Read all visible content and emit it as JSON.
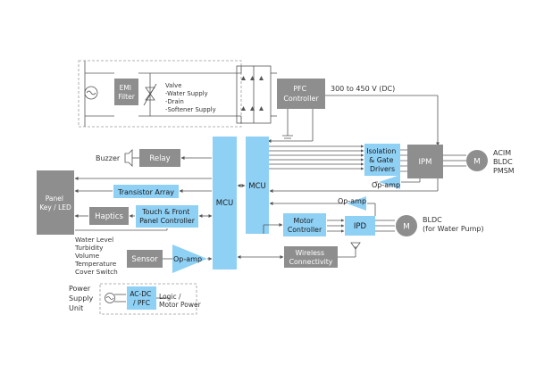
{
  "colors": {
    "blue": "#8fd0f5",
    "blue_dark": "#5fb6e8",
    "gray": "#8e8e8e",
    "line": "#555555",
    "dash": "#9a9a9a"
  },
  "blocks": {
    "emi_filter": [
      "EMI",
      "Filter"
    ],
    "pfc_controller": [
      "PFC",
      "Controller"
    ],
    "relay": "Relay",
    "mcu_main": "MCU",
    "mcu_motor": "MCU",
    "isolation_gate": [
      "Isolation",
      "& Gate",
      "Drivers"
    ],
    "ipm": "IPM",
    "panel": [
      "Panel",
      "Key / LED"
    ],
    "transistor_array": "Transistor Array",
    "haptics": "Haptics",
    "touch_panel": [
      "Touch & Front",
      "Panel Controller"
    ],
    "motor_controller": [
      "Motor",
      "Controller"
    ],
    "ipd": "IPD",
    "sensor": "Sensor",
    "wireless": [
      "Wireless",
      "Connectivity"
    ],
    "acdc_pfc": [
      "AC-DC",
      "/ PFC"
    ]
  },
  "opamps": {
    "top": "Op-amp",
    "middle": "Op-amp",
    "sensor": "Op-amp"
  },
  "motors": {
    "acim": "M",
    "pump": "M"
  },
  "labels": {
    "valve": [
      "Valve",
      "-Water Supply",
      "-Drain",
      "-Softener Supply"
    ],
    "dc_voltage": "300 to 450 V (DC)",
    "motor_types": [
      "ACIM",
      "BLDC",
      "PMSM"
    ],
    "buzzer": "Buzzer",
    "pump": [
      "BLDC",
      "(for Water Pump)"
    ],
    "sensors_list": [
      "Water Level",
      "Turbidity",
      "Volume",
      "Temperature",
      "Cover Switch"
    ],
    "power_supply": [
      "Power",
      "Supply",
      "Unit"
    ],
    "power_out": [
      "Logic /",
      "Motor Power"
    ]
  }
}
